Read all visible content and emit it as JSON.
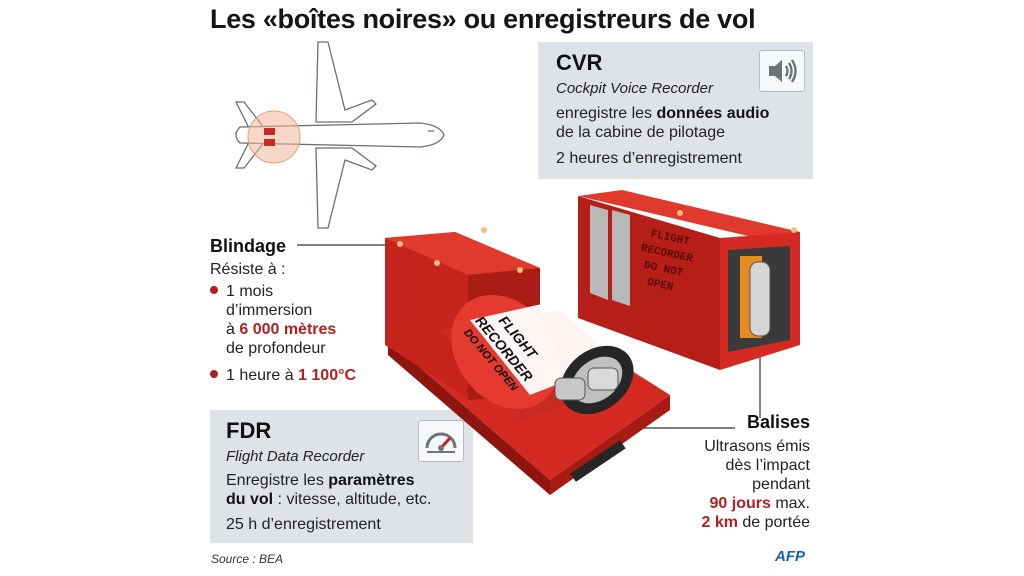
{
  "title": "Les «boîtes noires» ou enregistreurs de vol",
  "cvr": {
    "heading": "CVR",
    "subtitle": "Cockpit Voice Recorder",
    "line1_pre": "enregistre les ",
    "line1_bold": "données audio",
    "line2": "de la cabine de pilotage",
    "line3": "2 heures d’enregistrement",
    "icon": "speaker-icon"
  },
  "blindage": {
    "heading": "Blindage",
    "intro": "Résiste à :",
    "item1_line1": "1 mois",
    "item1_line2": "d’immersion",
    "item1_line3_pre": "à ",
    "item1_line3_red": "6 000 mètres",
    "item1_line4": "de profondeur",
    "item2_pre": "1 heure à ",
    "item2_red": "1 100°C"
  },
  "fdr": {
    "heading": "FDR",
    "subtitle": "Flight Data Recorder",
    "line1_pre": "Enregistre les ",
    "line1_bold": "paramètres",
    "line2_bold": "du vol",
    "line2_rest": " : vitesse, altitude, etc.",
    "line3": "25 h d’enregistrement",
    "icon": "gauge-icon"
  },
  "balises": {
    "heading": "Balises",
    "line1": "Ultrasons émis",
    "line2": "dès l’impact",
    "line3": "pendant",
    "line4_red": "90 jours",
    "line4_rest": " max.",
    "line5_red": "2 km",
    "line5_rest": " de portée"
  },
  "recorder_labels": {
    "fdr_cyl_1": "FLIGHT",
    "fdr_cyl_2": "RECORDER",
    "fdr_cyl_3": "DO NOT OPEN",
    "cvr_box_1": "FLIGHT",
    "cvr_box_2": "RECORDER",
    "cvr_box_3": "DO NOT",
    "cvr_box_4": "OPEN"
  },
  "source": "Source : BEA",
  "logo": "AFP",
  "colors": {
    "recorder_red": "#d42a22",
    "dark_red": "#8e1410",
    "accent_red": "#b32020",
    "panel_gray": "#dfe3e7"
  }
}
